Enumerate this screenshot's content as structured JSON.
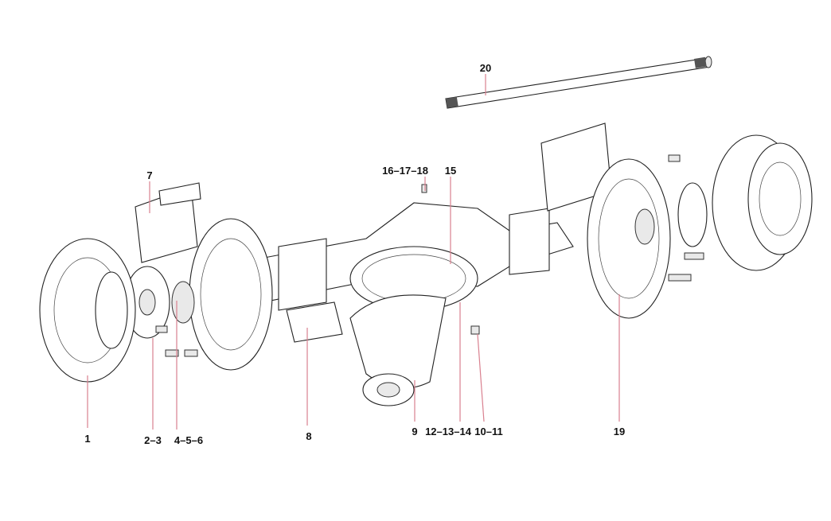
{
  "diagram": {
    "labels": {
      "p20": "20",
      "p7": "7",
      "p16_17_18": "16–17–18",
      "p15": "15",
      "p1": "1",
      "p2_3": "2–3",
      "p4_5_6": "4–5–6",
      "p8": "8",
      "p9": "9",
      "p12_13_14": "12–13–14",
      "p10_11": "10–11",
      "p19": "19"
    },
    "colors": {
      "leader_line": "#d9808f",
      "outline": "#222222"
    }
  }
}
